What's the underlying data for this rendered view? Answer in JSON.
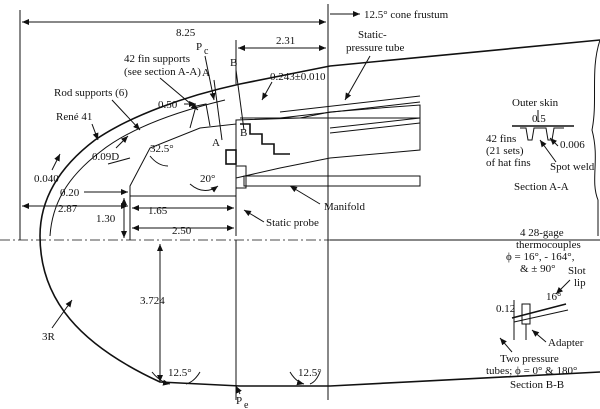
{
  "labels": {
    "dim_8_25": "8.25",
    "cone_frustum": "12.5° cone frustum",
    "pc": "P",
    "pc_sub": "c",
    "dim_2_31": "2.31",
    "static_pressure_tube_1": "Static-",
    "static_pressure_tube_2": "pressure tube",
    "fin_supports_1": "42 fin supports",
    "fin_supports_2": "(see section A-A)",
    "section_a_top": "A",
    "section_b_top": "B",
    "section_a_mid": "A",
    "section_b_mid": "B",
    "dim_0_243": "0.243±0.010",
    "rod_supports": "Rod supports (6)",
    "dim_0_50": "0.50",
    "rene_41": "René 41",
    "dim_0_09d": "0.09D",
    "angle_32_5": "32.5°",
    "dim_0_040": "0.040",
    "angle_20": "20°",
    "dim_0_20": "0.20",
    "dim_2_87": "2.87",
    "dim_1_65": "1.65",
    "dim_1_30": "1.30",
    "manifold": "Manifold",
    "static_probe": "Static probe",
    "dim_2_50": "2.50",
    "dim_3_724": "3.724",
    "radius_3r": "3R",
    "angle_12_5_left": "12.5°",
    "angle_12_5_right": "12.5°",
    "pe": "P",
    "pe_sub": "e",
    "outer_skin": "Outer skin",
    "dim_0_5": "0.5",
    "fins_1": "42 fins",
    "fins_2": "(21 sets)",
    "fins_3": "of hat fins",
    "dim_0_006": "0.006",
    "spot_weld": "Spot weld",
    "section_aa": "Section A-A",
    "thermo_1": "4 28-gage",
    "thermo_2": "thermocouples",
    "thermo_3": "ϕ = 16°, - 164°,",
    "thermo_4": "& ± 90°",
    "slot_lip_1": "Slot",
    "slot_lip_2": "lip",
    "dim_0_12": "0.12",
    "angle_16": "16°",
    "adapter": "Adapter",
    "two_tubes_1": "Two pressure",
    "two_tubes_2": "tubes; ϕ = 0° & 180°",
    "section_bb": "Section B-B"
  }
}
